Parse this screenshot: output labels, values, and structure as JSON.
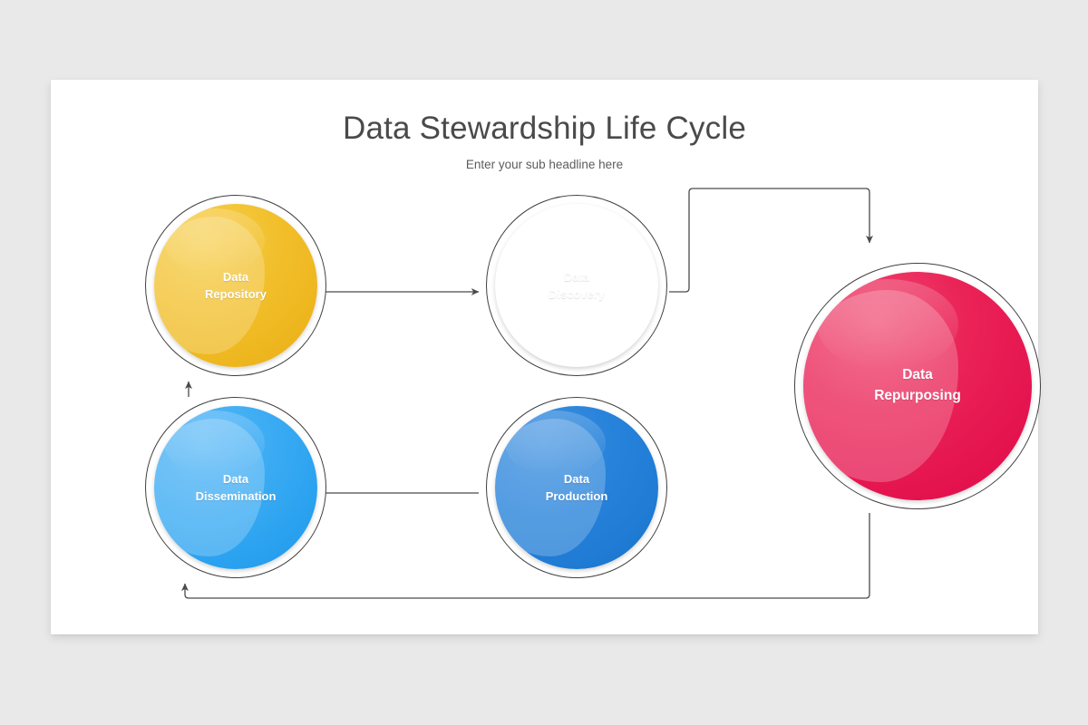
{
  "slide": {
    "title": "Data Stewardship Life Cycle",
    "subtitle": "Enter your sub headline here",
    "background_color": "#e9e9e9",
    "card_color": "#ffffff"
  },
  "nodes": [
    {
      "id": "repository",
      "label": "Data\nRepository",
      "color": "#f2c02d",
      "size": "small"
    },
    {
      "id": "discovery",
      "label": "Data\nDiscovery",
      "color": "#ef9433",
      "size": "small"
    },
    {
      "id": "repurposing",
      "label": "Data\nRepurposing",
      "color": "#e51550",
      "size": "large"
    },
    {
      "id": "production",
      "label": "Data\nProduction",
      "color": "#1f7bd3",
      "size": "small"
    },
    {
      "id": "dissemination",
      "label": "Data\nDissemination",
      "color": "#29a1ef",
      "size": "small"
    }
  ],
  "connectors": [
    {
      "id": "repository-to-discovery",
      "from": "repository",
      "to": "discovery",
      "direction": "right"
    },
    {
      "id": "discovery-to-repurposing",
      "from": "discovery",
      "to": "repurposing",
      "direction": "down"
    },
    {
      "id": "repurposing-to-dissemination",
      "from": "repurposing",
      "to": "dissemination",
      "direction": "up"
    },
    {
      "id": "production-to-dissemination",
      "from": "production",
      "to": "dissemination",
      "direction": "left"
    },
    {
      "id": "dissemination-to-repository",
      "from": "dissemination",
      "to": "repository",
      "direction": "up"
    }
  ],
  "line_color": "#4a4a4a"
}
